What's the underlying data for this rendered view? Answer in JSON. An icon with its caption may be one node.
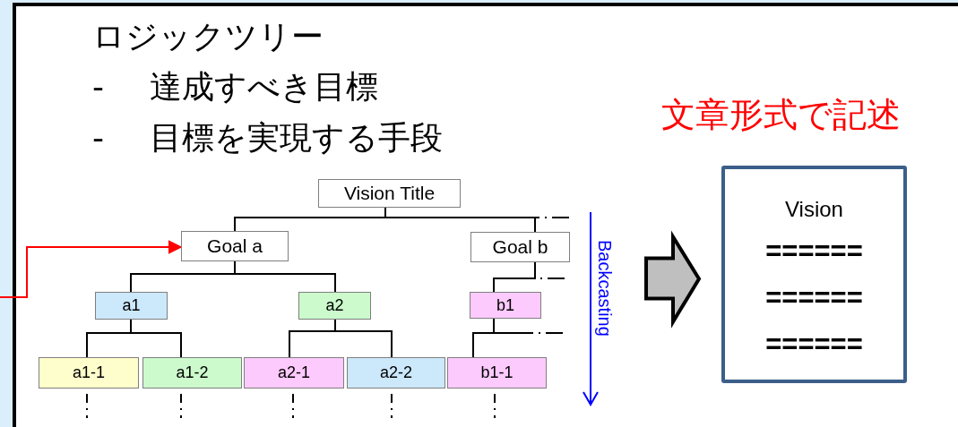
{
  "diagram": {
    "title": "ロジックツリー",
    "nodes": [
      {
        "text": [
          "Vision Title"
        ]
      },
      {
        "text": [
          "Goal a"
        ]
      },
      {
        "text": [
          "Goal b"
        ]
      },
      {
        "text": [
          "a1"
        ]
      },
      {
        "text": [
          "a2"
        ]
      },
      {
        "text": [
          "b1"
        ]
      },
      {
        "text": [
          "a1-1"
        ]
      },
      {
        "text": [
          "a1-2"
        ]
      },
      {
        "text": [
          "a2-1"
        ]
      },
      {
        "text": [
          "a2-2"
        ]
      },
      {
        "text": [
          "b1-1"
        ]
      },
      {
        "text": [
          "Vision",
          "======",
          "======",
          "======"
        ]
      }
    ],
    "edges": [
      {
        "from": 0,
        "to": 1,
        "arrow": "none"
      },
      {
        "from": 0,
        "to": 2,
        "arrow": "none"
      },
      {
        "from": 1,
        "to": 3,
        "arrow": "none"
      },
      {
        "from": 1,
        "to": 4,
        "arrow": "none"
      },
      {
        "from": 2,
        "to": 5,
        "arrow": "none"
      },
      {
        "from": 3,
        "to": 6,
        "arrow": "none"
      },
      {
        "from": 3,
        "to": 7,
        "arrow": "none"
      },
      {
        "from": 4,
        "to": 8,
        "arrow": "none"
      },
      {
        "from": 4,
        "to": 9,
        "arrow": "none"
      },
      {
        "from": 5,
        "to": 10,
        "arrow": "none"
      },
      {
        "from": null,
        "to": 1,
        "arrow": "to",
        "color": "#ff0000"
      },
      {
        "from": null,
        "to": 11,
        "arrow": "to",
        "style": "thick"
      },
      {
        "from": 0,
        "to": null,
        "arrow": "none",
        "style": "dashed"
      },
      {
        "from": 2,
        "to": null,
        "arrow": "none",
        "style": "dashed"
      },
      {
        "from": 5,
        "to": null,
        "arrow": "none",
        "style": "dashed"
      },
      {
        "from": 6,
        "to": null,
        "arrow": "none",
        "style": "dashed"
      },
      {
        "from": 7,
        "to": null,
        "arrow": "none",
        "style": "dashed"
      },
      {
        "from": 8,
        "to": null,
        "arrow": "none",
        "style": "dashed"
      },
      {
        "from": 9,
        "to": null,
        "arrow": "none",
        "style": "dashed"
      },
      {
        "from": 10,
        "to": null,
        "arrow": "none",
        "style": "dashed"
      }
    ],
    "labels": [
      "- 達成すべき目標",
      "- 目標を実現する手段",
      "文章形式で記述",
      "Backcasting"
    ]
  }
}
